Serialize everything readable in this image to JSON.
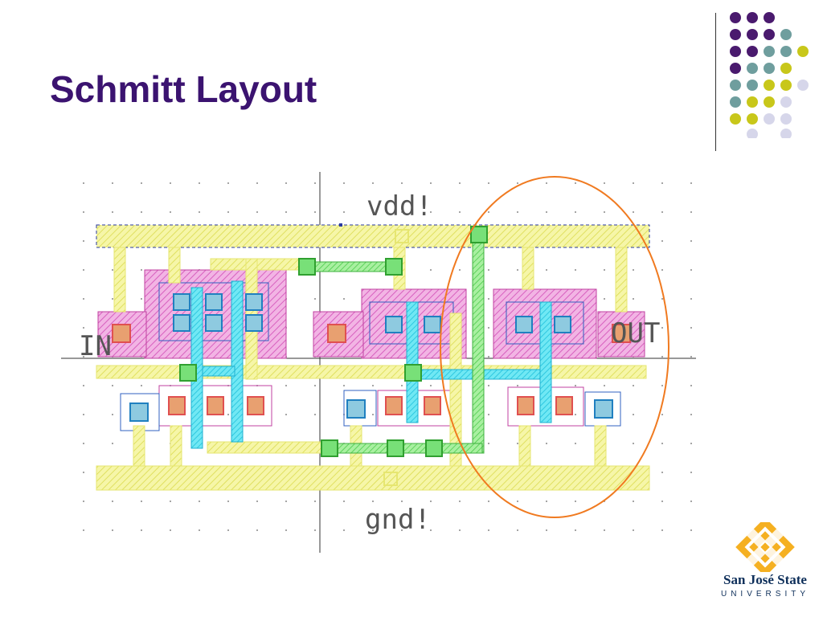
{
  "slide": {
    "title": "Schmitt Layout"
  },
  "layout_labels": {
    "vdd": "vdd!",
    "gnd": "gnd!",
    "in": "IN",
    "out": "OUT"
  },
  "logo": {
    "line1": "San José State",
    "line2": "UNIVERSITY"
  },
  "colors": {
    "title": "#3b1370",
    "dot_purple": "#4a1a6e",
    "dot_teal": "#6f9e9e",
    "dot_olive": "#c8c71a",
    "dot_lavender": "#d6d6ea",
    "poly_yellow": "#f2f27a",
    "metal_cyan": "#40e0f0",
    "diffusion_pink": "#e060c8",
    "contact_green": "#4ad04a",
    "highlight_ellipse": "#f07a20"
  }
}
